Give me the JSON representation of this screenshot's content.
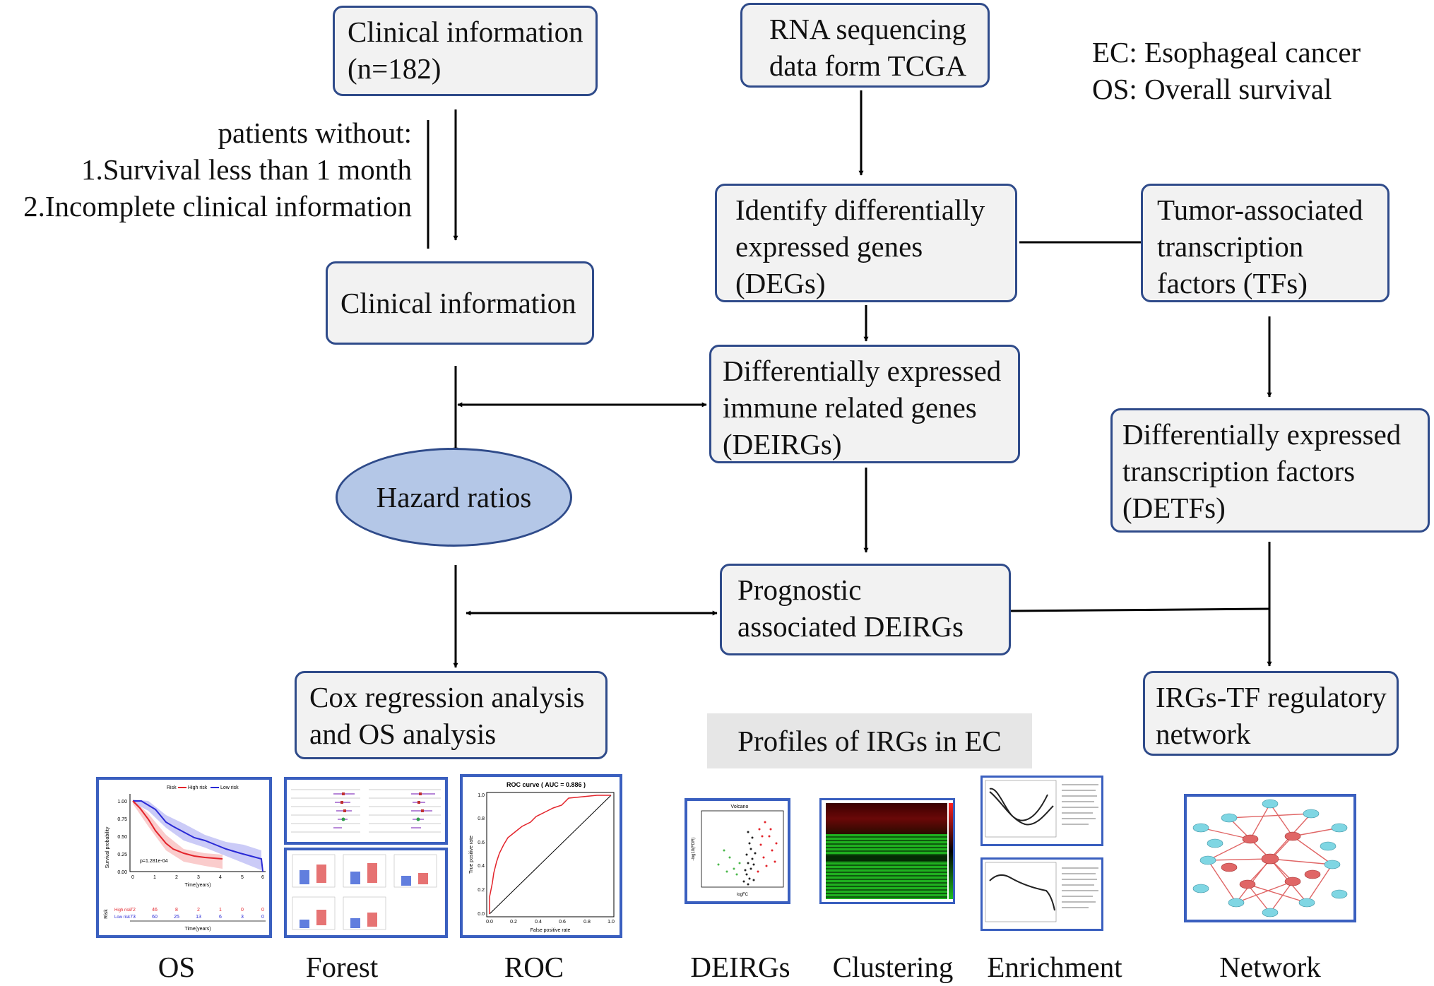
{
  "nodes": {
    "clinical_info": [
      "Clinical  information",
      "(n=182)"
    ],
    "rna_seq": [
      "RNA sequencing",
      "data form TCGA"
    ],
    "clinical_info_2": [
      "Clinical  information"
    ],
    "identify_degs": [
      "Identify differentially",
      "expressed genes",
      "(DEGs)"
    ],
    "tumor_tfs": [
      "Tumor-associated",
      "transcription",
      "factors (TFs)"
    ],
    "deirgs": [
      "Differentially expressed",
      "immune related genes",
      "(DEIRGs)"
    ],
    "detfs": [
      "Differentially expressed",
      "transcription factors",
      "(DETFs)"
    ],
    "hazard": "Hazard ratios",
    "prognostic": [
      "Prognostic",
      "associated DEIRGs"
    ],
    "cox": [
      "Cox regression analysis",
      "and OS analysis"
    ],
    "network_box": [
      "IRGs-TF regulatory",
      "network"
    ]
  },
  "abbreviations": [
    "EC: Esophageal cancer",
    "OS: Overall survival"
  ],
  "exclusion": [
    "patients without:",
    "1.Survival less than 1 month",
    "2.Incomplete clinical information"
  ],
  "profiles_title": "Profiles of IRGs in EC",
  "captions": [
    "OS",
    "Forest",
    "ROC",
    "DEIRGs",
    "Clustering",
    "Enrichment",
    "Network"
  ],
  "thumbnails": {
    "os_plot": {
      "legend_title": "Risk",
      "legend_high": "High risk",
      "legend_low": "Low risk",
      "ylabel": "Survival probability",
      "xlabel": "Time(years)",
      "pvalue": "p=1.281e-04",
      "y_ticks": [
        "1.00",
        "0.75",
        "0.50",
        "0.25",
        "0.00"
      ],
      "x_ticks": [
        "0",
        "1",
        "2",
        "3",
        "4",
        "5",
        "6"
      ],
      "risk_table_label": "Risk",
      "risk_high_label": "High risk",
      "risk_low_label": "Low risk",
      "risk_high": [
        "72",
        "46",
        "8",
        "2",
        "1",
        "0",
        "0"
      ],
      "risk_low": [
        "73",
        "60",
        "25",
        "13",
        "6",
        "3",
        "0"
      ],
      "table_xlabel": "Time(years)",
      "high_color": "#e3242b",
      "low_color": "#2a2ad6"
    },
    "roc_plot": {
      "title": "ROC curve ( AUC =  0.886 )",
      "xlabel": "False positive rate",
      "ylabel": "True positive rate",
      "ticks": [
        "0.0",
        "0.2",
        "0.4",
        "0.6",
        "0.8",
        "1.0"
      ],
      "curve_color": "#e3242b"
    },
    "volcano_plot": {
      "title": "Volcano",
      "xlabel": "logFC",
      "ylabel": "-log10(FDR)"
    }
  },
  "colors": {
    "box_fill": "#f2f2f2",
    "box_border": "#2f4b8a",
    "ellipse_fill": "#b4c7e7",
    "thumb_border": "#3a5fbf",
    "network_edge": "#e06666",
    "network_node_red": "#e06666",
    "network_node_cyan": "#7fd6e3"
  }
}
